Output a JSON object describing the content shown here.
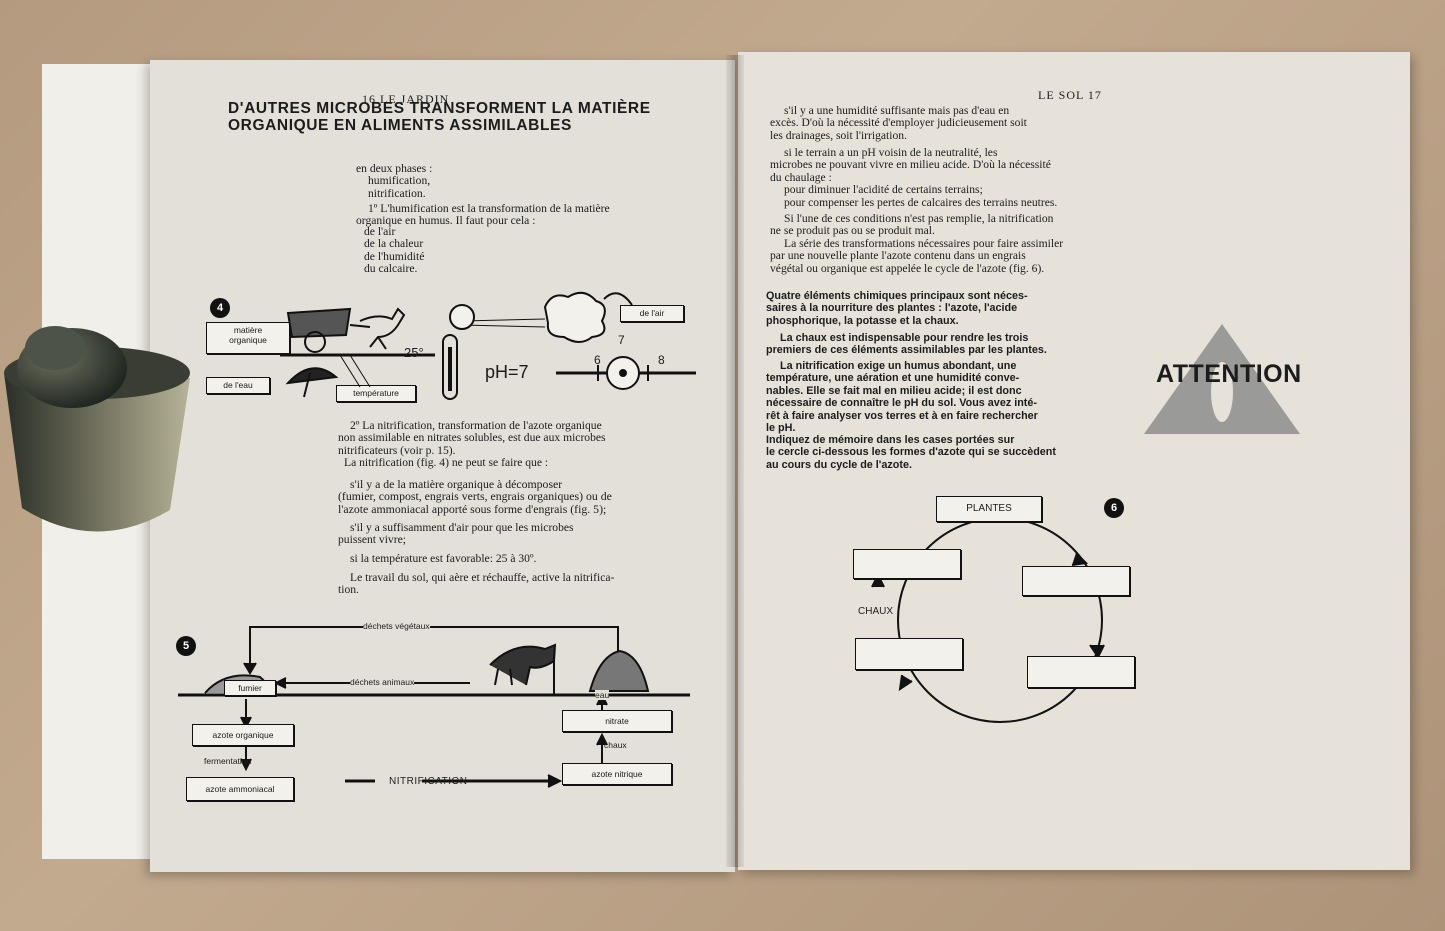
{
  "left_page": {
    "header": "16 LE JARDIN",
    "title": [
      "D'AUTRES MICROBES TRANSFORMENT LA MATIÈRE",
      "ORGANIQUE EN ALIMENTS ASSIMILABLES"
    ],
    "intro": [
      "en deux phases :",
      "humification,",
      "nitrification."
    ],
    "humification": [
      "1º L'humification est la transformation de la matière",
      "organique en humus. Il faut pour cela :"
    ],
    "conditions": [
      "de l'air",
      "de la chaleur",
      "de l'humidité",
      "du calcaire."
    ],
    "fig4": {
      "number": "4",
      "matiere": [
        "matière",
        "organique"
      ],
      "eau": "de l'eau",
      "temperature": "température",
      "air": "de l'air",
      "temp_value": "25°",
      "ph": "pH=7",
      "tick6": "6",
      "tick7": "7",
      "tick8": "8"
    },
    "nitrification": [
      "2º La nitrification, transformation de l'azote organique",
      "non assimilable en nitrates solubles, est due aux microbes",
      "nitrificateurs (voir p. 15).",
      "La nitrification (fig. 4) ne peut se faire que :"
    ],
    "cond1": [
      "s'il y a de la matière organique à décomposer",
      "(fumier, compost, engrais verts, engrais organiques) ou de",
      "l'azote ammoniacal apporté sous forme d'engrais (fig. 5);"
    ],
    "cond2": [
      "s'il y a suffisamment d'air pour que les microbes",
      "puissent vivre;"
    ],
    "cond3": "si la température est favorable: 25 à 30º.",
    "travail": [
      "Le travail du sol, qui aère et réchauffe, active la nitrifica-",
      "tion."
    ],
    "fig5": {
      "number": "5",
      "dechets_vegetaux": "déchets végétaux",
      "dechets_animaux": "déchets animaux",
      "fumier": "fumier",
      "azote_organique": "azote organique",
      "fermentation": "fermentation",
      "azote_ammoniacal": "azote ammoniacal",
      "nitrification": "NITRIFICATION",
      "azote_nitrique": "azote nitrique",
      "chaux": "chaux",
      "nitrate": "nitrate",
      "eau": "eau"
    }
  },
  "right_page": {
    "header": "LE SOL 17",
    "para1": [
      "s'il y a une humidité suffisante mais pas d'eau en",
      "excès. D'où la nécessité d'employer judicieusement soit",
      "les drainages, soit l'irrigation."
    ],
    "para2": [
      "si le terrain a un pH voisin de la neutralité, les",
      "microbes ne pouvant vivre en milieu acide. D'où la nécessité",
      "du chaulage :",
      "pour diminuer l'acidité de certains terrains;",
      "pour compenser les pertes de calcaires des terrains neutres."
    ],
    "para3": [
      "Si l'une de ces conditions n'est pas remplie, la nitrification",
      "ne se produit pas ou se produit mal."
    ],
    "para4": [
      "La série des transformations nécessaires pour faire assimiler",
      "par une nouvelle plante l'azote contenu dans un engrais",
      "végétal ou organique est appelée le cycle de l'azote (fig. 6)."
    ],
    "bold1": [
      "Quatre éléments chimiques principaux sont néces-",
      "saires à la nourriture des plantes : l'azote, l'acide",
      "phosphorique, la potasse et la chaux."
    ],
    "bold2": [
      "La chaux est indispensable pour rendre les trois",
      "premiers de ces éléments assimilables par les plantes."
    ],
    "bold3": [
      "La nitrification exige un humus abondant, une",
      "température, une aération et une humidité conve-",
      "nables. Elle se fait mal en milieu acide; il est donc",
      "nécessaire de connaître le pH du sol. Vous avez inté-",
      "rêt à faire analyser vos terres et à en faire rechercher",
      "le pH."
    ],
    "bold4": [
      "Indiquez de mémoire dans les cases portées sur",
      "le cercle ci-dessous les formes d'azote qui se succèdent",
      "au cours du cycle de l'azote."
    ],
    "attention": "ATTENTION",
    "fig6": {
      "number": "6",
      "plantes": "PLANTES",
      "chaux": "CHAUX"
    }
  }
}
